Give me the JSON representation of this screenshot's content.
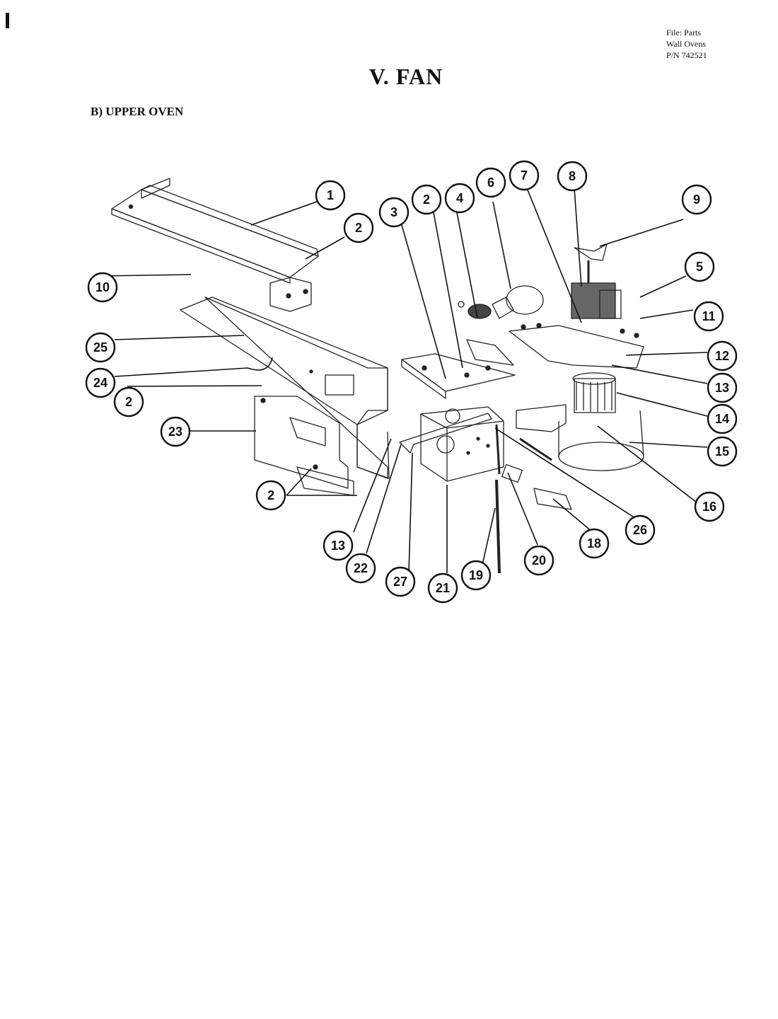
{
  "header": {
    "file_line1": "File: Parts",
    "file_line2": "Wall Ovens",
    "file_line3": "P/N 742521"
  },
  "title": "V. FAN",
  "section": "B) UPPER OVEN",
  "callouts": [
    "1",
    "2",
    "3",
    "2",
    "4",
    "6",
    "7",
    "8",
    "9",
    "5",
    "11",
    "10",
    "25",
    "24",
    "2",
    "23",
    "12",
    "13",
    "14",
    "15",
    "16",
    "2",
    "13",
    "22",
    "27",
    "21",
    "19",
    "20",
    "18",
    "26"
  ]
}
